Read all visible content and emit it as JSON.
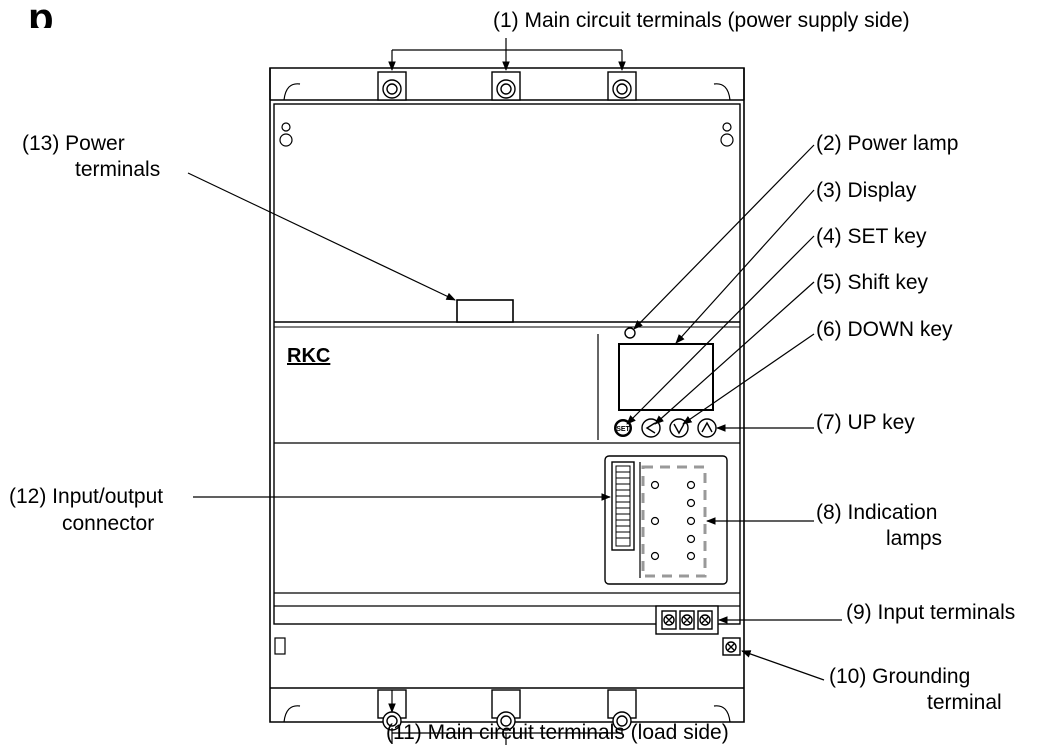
{
  "heading_fragment": "p",
  "device": {
    "logo": "RKC",
    "set_key_text": "SET"
  },
  "labels": {
    "l1": "(1) Main circuit terminals (power supply side)",
    "l2": "(2)  Power lamp",
    "l3": "(3)  Display",
    "l4": "(4)  SET key",
    "l5": "(5)  Shift key",
    "l6": "(6)  DOWN key",
    "l7": "(7)  UP key",
    "l8a": "(8)  Indication",
    "l8b": "lamps",
    "l9": "(9)  Input terminals",
    "l10a": "(10) Grounding",
    "l10b": "terminal",
    "l11": "(11) Main circuit terminals (load side)",
    "l12a": "(12) Input/output",
    "l12b": "connector",
    "l13a": "(13) Power",
    "l13b": "terminals"
  }
}
